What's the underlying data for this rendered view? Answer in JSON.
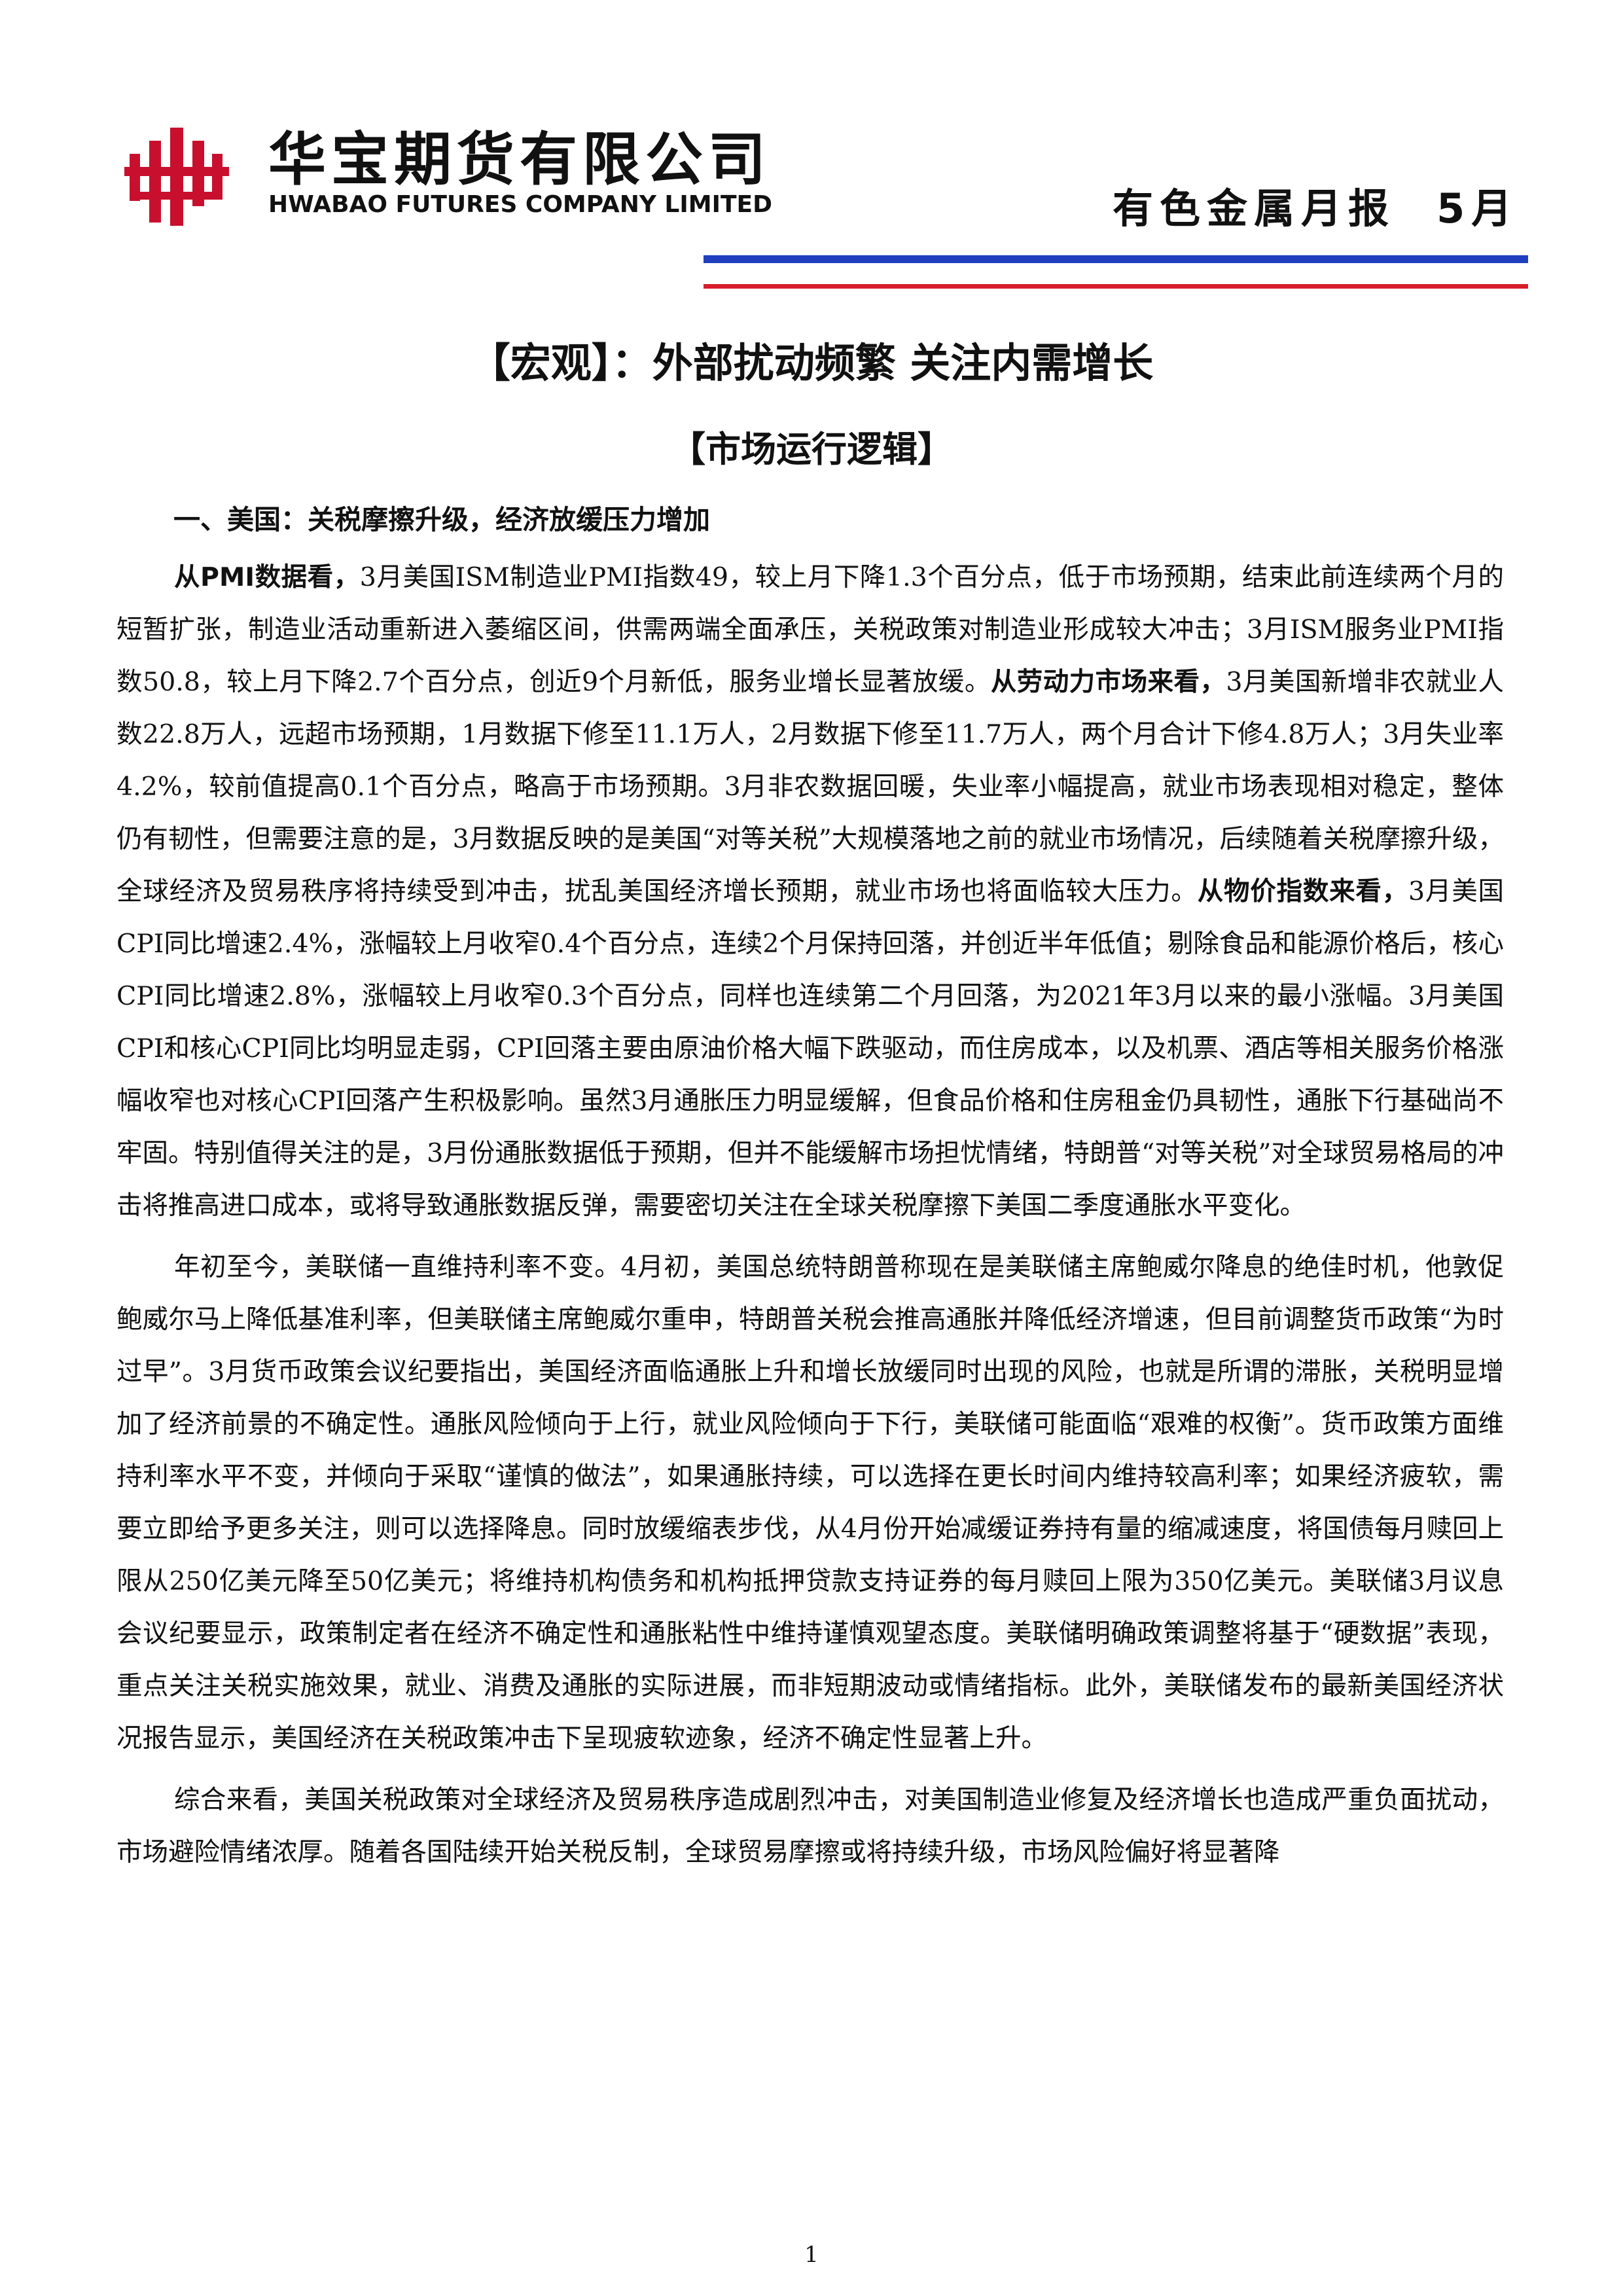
{
  "header": {
    "company_cn": "华宝期货有限公司",
    "company_en": "HWABAO FUTURES COMPANY LIMITED",
    "report_title": "有色金属月报  5月",
    "colors": {
      "blue_rule": "#1f3fbf",
      "red_rule": "#d81e2a",
      "logo": "#c8102e"
    }
  },
  "title": "【宏观】：外部扰动频繁 关注内需增长",
  "subtitle": "【市场运行逻辑】",
  "section_heading": "一、美国：关税摩擦升级，经济放缓压力增加",
  "p1": {
    "b1": "从PMI数据看，",
    "t1": "3月美国ISM制造业PMI指数49，较上月下降1.3个百分点，低于市场预期，结束此前连续两个月的短暂扩张，制造业活动重新进入萎缩区间，供需两端全面承压，关税政策对制造业形成较大冲击；3月ISM服务业PMI指数50.8，较上月下降2.7个百分点，创近9个月新低，服务业增长显著放缓。",
    "b2": "从劳动力市场来看，",
    "t2": "3月美国新增非农就业人数22.8万人，远超市场预期，1月数据下修至11.1万人，2月数据下修至11.7万人，两个月合计下修4.8万人；3月失业率4.2%，较前值提高0.1个百分点，略高于市场预期。3月非农数据回暖，失业率小幅提高，就业市场表现相对稳定，整体仍有韧性，但需要注意的是，3月数据反映的是美国“对等关税”大规模落地之前的就业市场情况，后续随着关税摩擦升级，全球经济及贸易秩序将持续受到冲击，扰乱美国经济增长预期，就业市场也将面临较大压力。",
    "b3": "从物价指数来看，",
    "t3": "3月美国CPI同比增速2.4%，涨幅较上月收窄0.4个百分点，连续2个月保持回落，并创近半年低值；剔除食品和能源价格后，核心CPI同比增速2.8%，涨幅较上月收窄0.3个百分点，同样也连续第二个月回落，为2021年3月以来的最小涨幅。3月美国CPI和核心CPI同比均明显走弱，CPI回落主要由原油价格大幅下跌驱动，而住房成本，以及机票、酒店等相关服务价格涨幅收窄也对核心CPI回落产生积极影响。虽然3月通胀压力明显缓解，但食品价格和住房租金仍具韧性，通胀下行基础尚不牢固。特别值得关注的是，3月份通胀数据低于预期，但并不能缓解市场担忧情绪，特朗普“对等关税”对全球贸易格局的冲击将推高进口成本，或将导致通胀数据反弹，需要密切关注在全球关税摩擦下美国二季度通胀水平变化。"
  },
  "p2": "年初至今，美联储一直维持利率不变。4月初，美国总统特朗普称现在是美联储主席鲍威尔降息的绝佳时机，他敦促鲍威尔马上降低基准利率，但美联储主席鲍威尔重申，特朗普关税会推高通胀并降低经济增速，但目前调整货币政策“为时过早”。3月货币政策会议纪要指出，美国经济面临通胀上升和增长放缓同时出现的风险，也就是所谓的滞胀，关税明显增加了经济前景的不确定性。通胀风险倾向于上行，就业风险倾向于下行，美联储可能面临“艰难的权衡”。货币政策方面维持利率水平不变，并倾向于采取“谨慎的做法”，如果通胀持续，可以选择在更长时间内维持较高利率；如果经济疲软，需要立即给予更多关注，则可以选择降息。同时放缓缩表步伐，从4月份开始减缓证券持有量的缩减速度，将国债每月赎回上限从250亿美元降至50亿美元；将维持机构债务和机构抵押贷款支持证券的每月赎回上限为350亿美元。美联储3月议息会议纪要显示，政策制定者在经济不确定性和通胀粘性中维持谨慎观望态度。美联储明确政策调整将基于“硬数据”表现，重点关注关税实施效果，就业、消费及通胀的实际进展，而非短期波动或情绪指标。此外，美联储发布的最新美国经济状况报告显示，美国经济在关税政策冲击下呈现疲软迹象，经济不确定性显著上升。",
  "p3": "综合来看，美国关税政策对全球经济及贸易秩序造成剧烈冲击，对美国制造业修复及经济增长也造成严重负面扰动，市场避险情绪浓厚。随着各国陆续开始关税反制，全球贸易摩擦或将持续升级，市场风险偏好将显著降",
  "page_number": "1"
}
